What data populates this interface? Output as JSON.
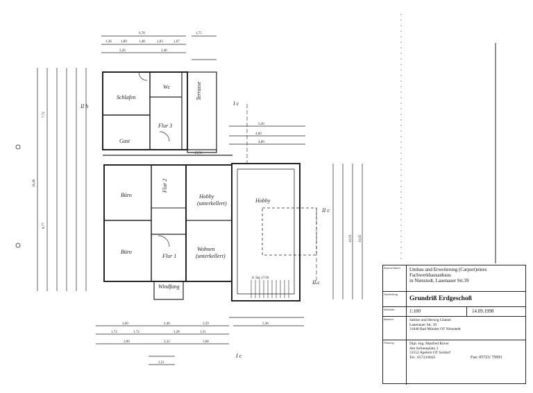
{
  "rooms": {
    "schlafen": "Schlafen",
    "wc": "Wc",
    "terrasse": "Terrasse",
    "gast": "Gast",
    "flur3": "Flur 3",
    "flur2": "Flur 2",
    "buero1": "Büro",
    "buero2": "Büro",
    "hobby1": "Hobby",
    "hobby1_sub": "(unterkellert)",
    "hobby2": "Hobby",
    "wohnen": "Wohnen",
    "wohnen_sub": "(unterkellert)",
    "flur1": "Flur 1",
    "windfang": "Windfang"
  },
  "sections": {
    "iib": "II b",
    "ic_top": "I c",
    "iic": "II c",
    "iic_bottom": "II c",
    "ic_bottom": "I c"
  },
  "dimensions": {
    "top_total": "6,78",
    "top_right": "1,75",
    "top_row": [
      "1,36",
      "1,89",
      "1,48",
      "1,03",
      "1,07"
    ],
    "top_row2": [
      "3,26",
      "2,40"
    ],
    "left_total": "16,49",
    "left_lower": "8,77",
    "left_upper": "7,72",
    "right_520": "5,20",
    "right_489": "4,89",
    "right_460": "4,60",
    "mid_1551": "15,51",
    "right_1065": "10,65",
    "right_1003": "10,03",
    "bottom_row1": [
      "3,60",
      "2,40",
      "3,59"
    ],
    "bottom_row2": [
      "1,72",
      "1,72",
      "1,28",
      "1,51"
    ],
    "bottom_row3": [
      "3,90",
      "2,32",
      "3,68"
    ],
    "bottom_536": "5,36",
    "bottom_251": "2,51",
    "stair": "11 Stg 17/26"
  },
  "title_block": {
    "bauvorhaben_label": "Bauvorhaben",
    "project_lines": [
      "Umbau und Erweiterung (Carport)eines",
      "Fachwerkhausanbaus",
      "in Nienstedt, Lauenauer Str.39"
    ],
    "darstellung_label": "Darstellung",
    "drawing_title": "Grundriß Erdgeschoß",
    "massstab_label": "Maßstab",
    "scale": "1:100",
    "date": "14.09.1998",
    "bauherr_label": "Bauherr",
    "client_lines": [
      "Sabine und Herwig Glatzel",
      "Lauenauer Str. 39",
      "31848 Bad Münder OT Nienstedt"
    ],
    "planung_label": "Planung",
    "architect_lines": [
      "Dipl.-Ing. Manfred Röver",
      "Am Solinenplatz 3",
      "31552 Apelern OT Soldorf"
    ],
    "tel": "Tel.: 05723/6945",
    "fax": "Fax: 05723/ 75093"
  }
}
